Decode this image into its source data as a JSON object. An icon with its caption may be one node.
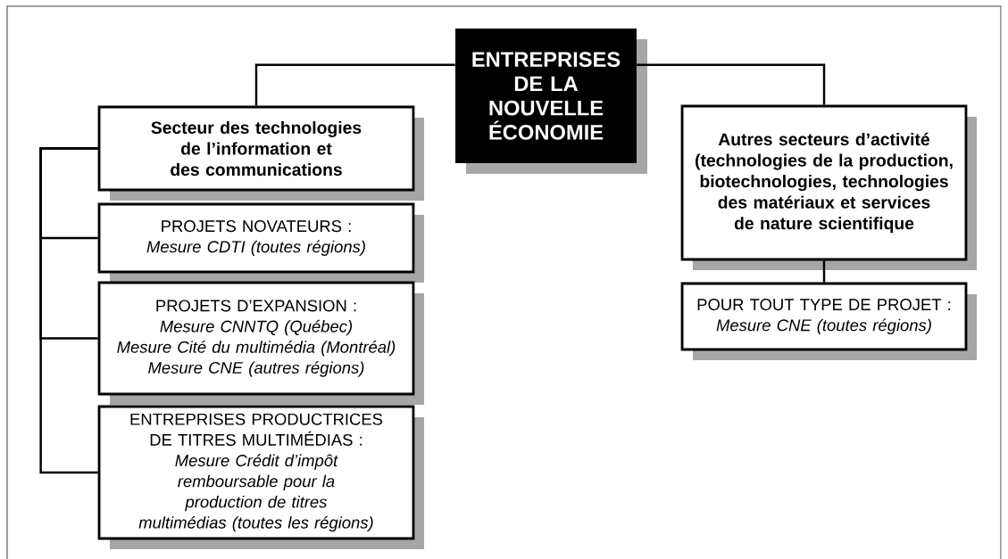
{
  "diagram": {
    "nodes": [
      {
        "text": [
          "ENTREPRISES DE LA NOUVELLE ÉCONOMIE"
        ]
      },
      {
        "text": [
          "Secteur des technologies de l’information et des communications"
        ]
      },
      {
        "text": [
          "PROJETS NOVATEURS :",
          "Mesure CDTI (toutes régions)"
        ]
      },
      {
        "text": [
          "PROJETS D’EXPANSION :",
          "Mesure CNNTQ (Québec)",
          "Mesure Cité du multimédia (Montréal)",
          "Mesure CNE (autres régions)"
        ]
      },
      {
        "text": [
          "ENTREPRISES PRODUCTRICES DE TITRES MULTIMÉDIAS :",
          "Mesure Crédit d’impôt remboursable pour la production de titres multimédias (toutes les régions)"
        ]
      },
      {
        "text": [
          "Autres secteurs d’activité (technologies de la production, biotechnologies, technologies des matériaux et services de nature scientifique"
        ]
      },
      {
        "text": [
          "POUR TOUT TYPE DE PROJET :",
          "Mesure CNE (toutes régions)"
        ]
      }
    ],
    "edges": [
      {
        "from": 0,
        "to": 1,
        "arrow": "none"
      },
      {
        "from": 0,
        "to": 5,
        "arrow": "none"
      },
      {
        "from": 1,
        "to": 2,
        "arrow": "none"
      },
      {
        "from": 1,
        "to": 3,
        "arrow": "none"
      },
      {
        "from": 1,
        "to": 4,
        "arrow": "none"
      },
      {
        "from": 5,
        "to": 6,
        "arrow": "none"
      }
    ]
  }
}
